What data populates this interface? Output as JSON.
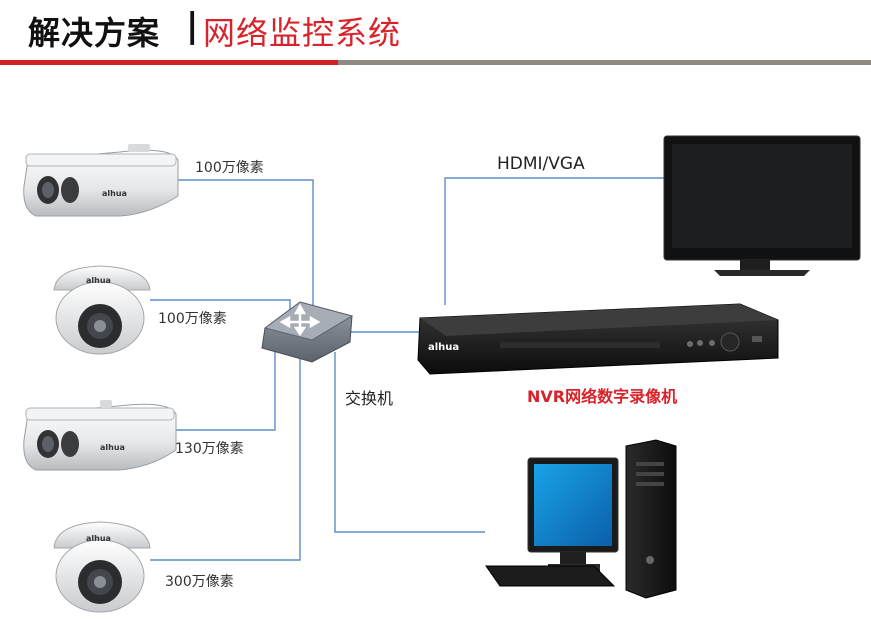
{
  "header": {
    "title": "解决方案",
    "separator": "|",
    "subtitle": "网络监控系统",
    "colors": {
      "accent": "#d11f25",
      "secondary": "#8e8b82"
    }
  },
  "diagram": {
    "cameras": [
      {
        "type": "bullet-camera",
        "label": "100万像素",
        "brand": "alhua"
      },
      {
        "type": "dome-camera",
        "label": "100万像素",
        "brand": "alhua"
      },
      {
        "type": "bullet-camera",
        "label": "130万像素",
        "brand": "alhua"
      },
      {
        "type": "dome-camera",
        "label": "300万像素",
        "brand": "alhua"
      }
    ],
    "switch": {
      "label": "交换机",
      "icon": "network-switch-icon"
    },
    "monitor": {
      "connection_label": "HDMI/VGA",
      "icon": "monitor-icon"
    },
    "nvr": {
      "label": "NVR网络数字录像机",
      "brand": "alhua",
      "icon": "nvr-device-icon"
    },
    "pc": {
      "icon": "desktop-computer-icon"
    },
    "line_color": "#5b8fc7"
  }
}
